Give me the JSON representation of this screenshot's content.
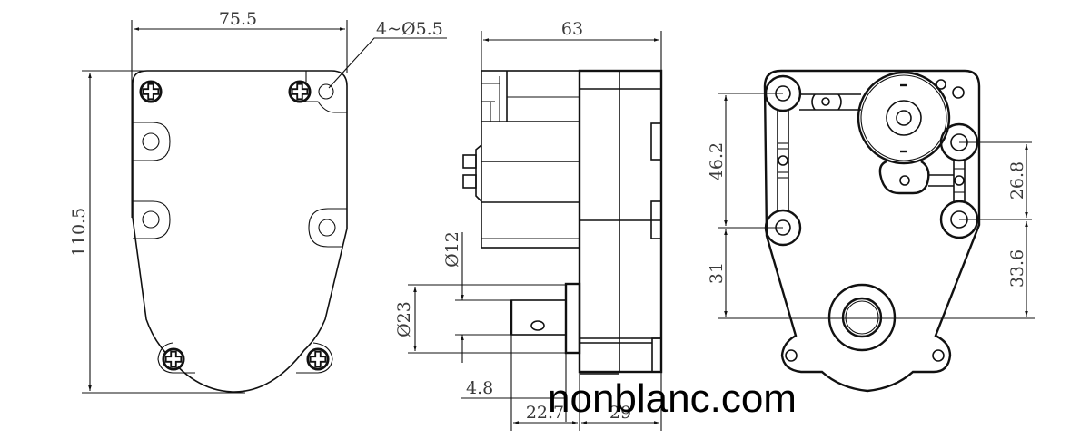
{
  "watermark": "nonblanc.com",
  "views": {
    "front": {
      "width_dim": "75.5",
      "height_dim": "110.5",
      "hole_note": "4~Ø5.5"
    },
    "side": {
      "overall_length_dim": "63",
      "shaft_dia_dim": "Ø12",
      "boss_dia_dim": "Ø23",
      "flat_dim": "4.8",
      "shaft_length_dim": "22.7",
      "body_length_dim": "29"
    },
    "rear": {
      "left_upper_spacing_dim": "46.2",
      "left_lower_spacing_dim": "31",
      "right_upper_spacing_dim": "26.8",
      "right_lower_spacing_dim": "33.6"
    }
  },
  "colors": {
    "line": "#111111",
    "dimension_text": "#3a3a3a",
    "background": "#ffffff"
  }
}
